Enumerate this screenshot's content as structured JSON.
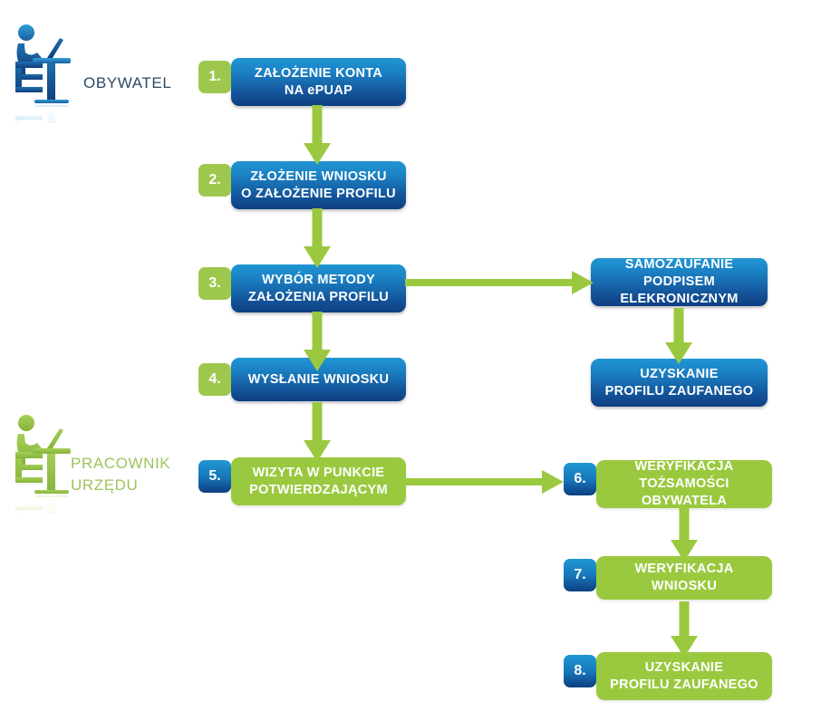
{
  "diagram": {
    "title": "Schemat zakładania Profilu Zaufanego ePUAP",
    "colors": {
      "blue_light": "#2196d4",
      "blue_dark": "#0e3f82",
      "green": "#9ac93f",
      "green_badge": "#9ec84d",
      "label_navy": "#2b4a66",
      "label_green": "#9dc45c",
      "background": "#ffffff"
    }
  },
  "actors": [
    {
      "id": "citizen",
      "label": "OBYWATEL",
      "icon": "person-at-desk-icon",
      "color": "#2b4a66"
    },
    {
      "id": "clerk",
      "label": "PRACOWNIK\nURZĘDU",
      "icon": "person-at-desk-icon",
      "color": "#9dc45c"
    }
  ],
  "nodes": [
    {
      "id": "step-1",
      "number": "1.",
      "badge_style": "green",
      "box_style": "blue",
      "text": "ZAŁOŻENIE KONTA\nNA ePUAP"
    },
    {
      "id": "step-2",
      "number": "2.",
      "badge_style": "green",
      "box_style": "blue",
      "text": "ZŁOŻENIE WNIOSKU\nO ZAŁOŻENIE PROFILU"
    },
    {
      "id": "step-3",
      "number": "3.",
      "badge_style": "green",
      "box_style": "blue",
      "text": "WYBÓR METODY\nZAŁOŻENIA PROFILU"
    },
    {
      "id": "step-4",
      "number": "4.",
      "badge_style": "green",
      "box_style": "blue",
      "text": "WYSŁANIE WNIOSKU"
    },
    {
      "id": "step-5",
      "number": "5.",
      "badge_style": "blue",
      "box_style": "green",
      "text": "WIZYTA W PUNKCIE\nPOTWIERDZAJĄCYM"
    },
    {
      "id": "branch-a1",
      "number": "",
      "badge_style": "none",
      "box_style": "blue",
      "text": "SAMOZAUFANIE\nPODPISEM ELEKRONICZNYM"
    },
    {
      "id": "branch-a2",
      "number": "",
      "badge_style": "none",
      "box_style": "blue",
      "text": "UZYSKANIE\nPROFILU ZAUFANEGO"
    },
    {
      "id": "step-6",
      "number": "6.",
      "badge_style": "blue",
      "box_style": "green",
      "text": "WERYFIKACJA TOŻSAMOŚCI\nOBYWATELA"
    },
    {
      "id": "step-7",
      "number": "7.",
      "badge_style": "blue",
      "box_style": "green",
      "text": "WERYFIKACJA WNIOSKU"
    },
    {
      "id": "step-8",
      "number": "8.",
      "badge_style": "blue",
      "box_style": "green",
      "text": "UZYSKANIE\nPROFILU ZAUFANEGO"
    }
  ],
  "connectors": [
    {
      "id": "arrow-1-2",
      "from": "step-1",
      "to": "step-2",
      "direction": "down"
    },
    {
      "id": "arrow-2-3",
      "from": "step-2",
      "to": "step-3",
      "direction": "down"
    },
    {
      "id": "arrow-3-4",
      "from": "step-3",
      "to": "step-4",
      "direction": "down"
    },
    {
      "id": "arrow-4-5",
      "from": "step-4",
      "to": "step-5",
      "direction": "down"
    },
    {
      "id": "arrow-3-a1",
      "from": "step-3",
      "to": "branch-a1",
      "direction": "right"
    },
    {
      "id": "arrow-a1-a2",
      "from": "branch-a1",
      "to": "branch-a2",
      "direction": "down"
    },
    {
      "id": "arrow-5-6",
      "from": "step-5",
      "to": "step-6",
      "direction": "right"
    },
    {
      "id": "arrow-6-7",
      "from": "step-6",
      "to": "step-7",
      "direction": "down"
    },
    {
      "id": "arrow-7-8",
      "from": "step-7",
      "to": "step-8",
      "direction": "down"
    }
  ]
}
